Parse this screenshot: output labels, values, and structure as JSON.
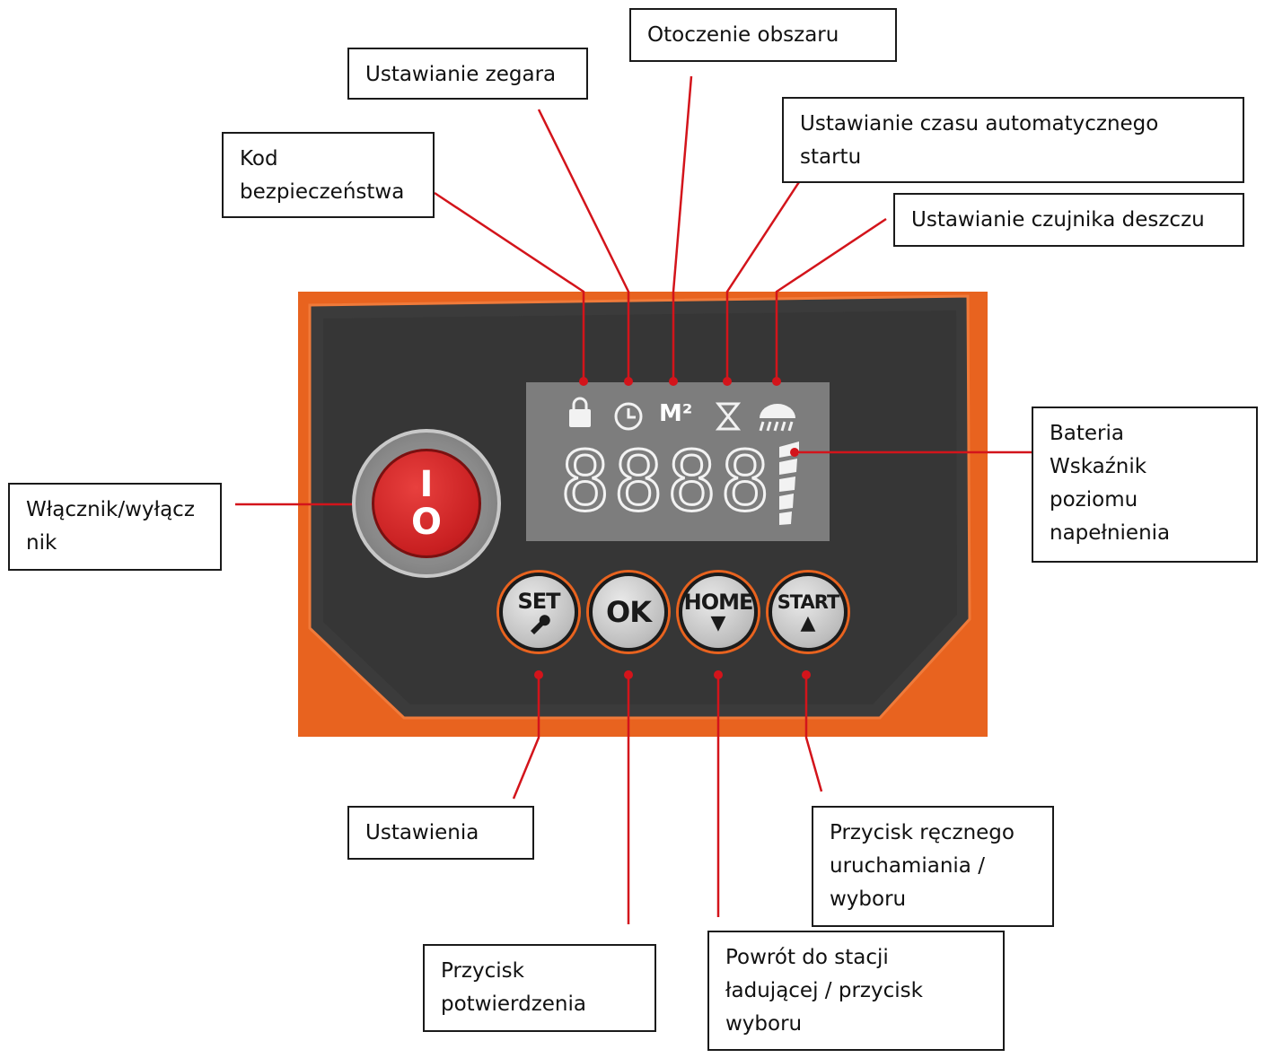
{
  "callouts": {
    "otoczenie": "Otoczenie obszaru",
    "zegar": "Ustawianie zegara",
    "kod": "Kod\nbezpieczeństwa",
    "autostart": "Ustawianie czasu automatycznego\nstartu",
    "deszcz": "Ustawianie czujnika deszczu",
    "bateria": "Bateria\nWskaźnik\npoziomu\nnapełnienia",
    "wlacznik": "Włącznik/wyłącz\nnik",
    "ustawienia": "Ustawienia",
    "reczny": "Przycisk ręcznego\nuruchamiania /\nwyboru",
    "potwierdzenie": "Przycisk\npotwierdzenia",
    "powrot": "Powrót do stacji\nładującej / przycisk\nwyboru"
  },
  "display": {
    "digits": "8888",
    "icon_area": "M²"
  },
  "power_button": {
    "on": "I",
    "off": "O"
  },
  "buttons": {
    "set": {
      "label": "SET",
      "symbol": "wrench-icon"
    },
    "ok": {
      "label": "OK"
    },
    "home": {
      "label": "HOME",
      "symbol": "▼"
    },
    "start": {
      "label": "START",
      "symbol": "▲"
    }
  },
  "colors": {
    "panel_orange": "#e8631f",
    "panel_dark": "#3a3a3a",
    "leader_red": "#d3141b",
    "power_red": "#c81f21"
  }
}
